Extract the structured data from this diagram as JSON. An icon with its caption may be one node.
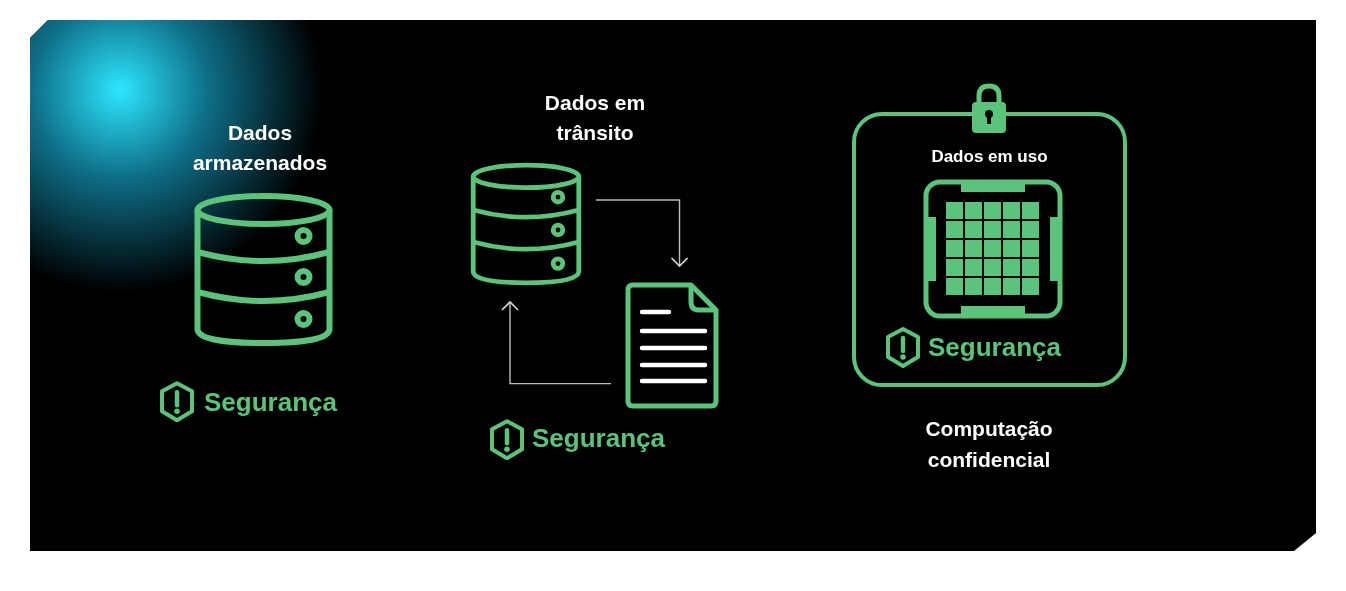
{
  "diagram": {
    "nodes": [
      {
        "text": [],
        "shape": "cylinder",
        "beside": [
          "Dados em trânsito"
        ]
      },
      {
        "text": [],
        "shape": "document"
      },
      {
        "text": [
          "Dados em uso",
          "Segurança"
        ],
        "beside": [
          "Computação confidencial"
        ]
      }
    ],
    "edges": [
      {
        "from": 0,
        "to": 1,
        "arrow": "to"
      },
      {
        "from": 1,
        "to": 0,
        "arrow": "to"
      }
    ],
    "labels": [
      "Dados armazenados",
      "Segurança",
      "Segurança"
    ]
  }
}
